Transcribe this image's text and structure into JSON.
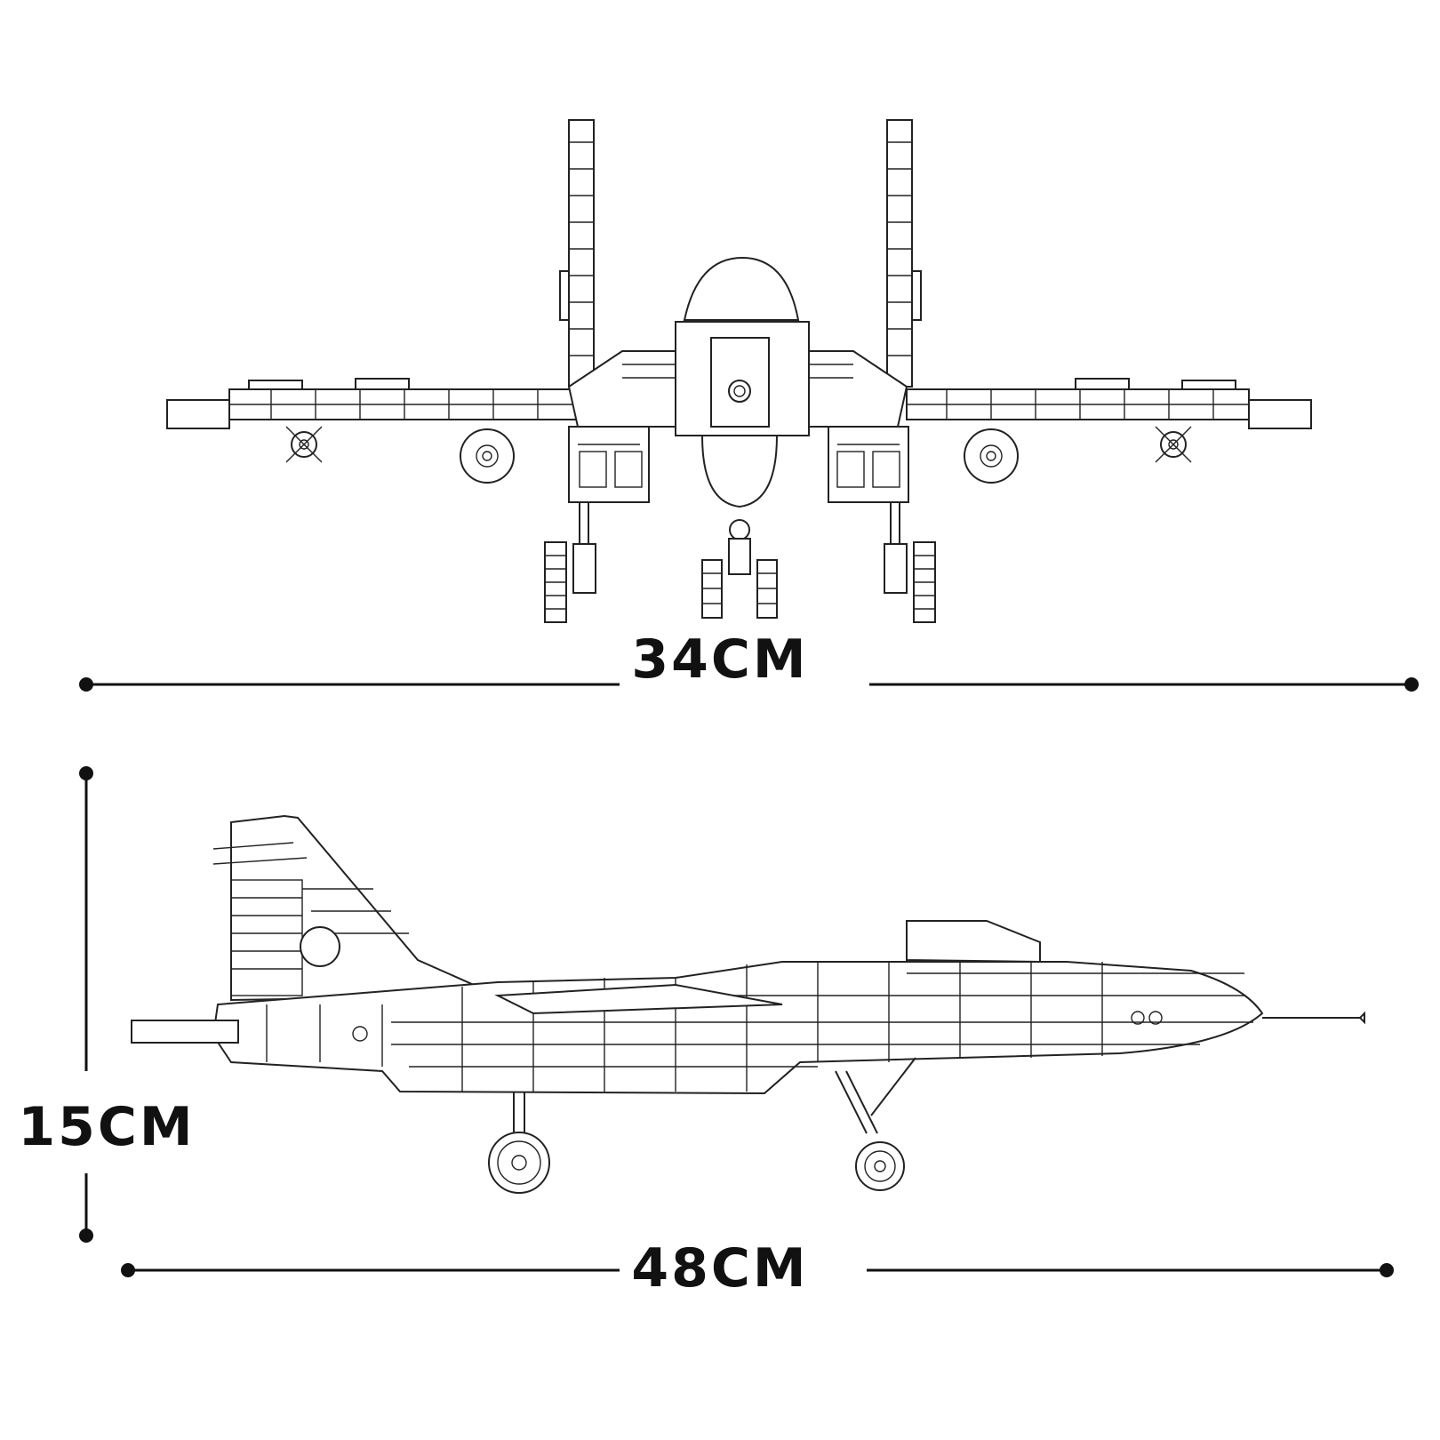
{
  "dimensions": {
    "width": "34CM",
    "height": "15CM",
    "length": "48CM"
  }
}
